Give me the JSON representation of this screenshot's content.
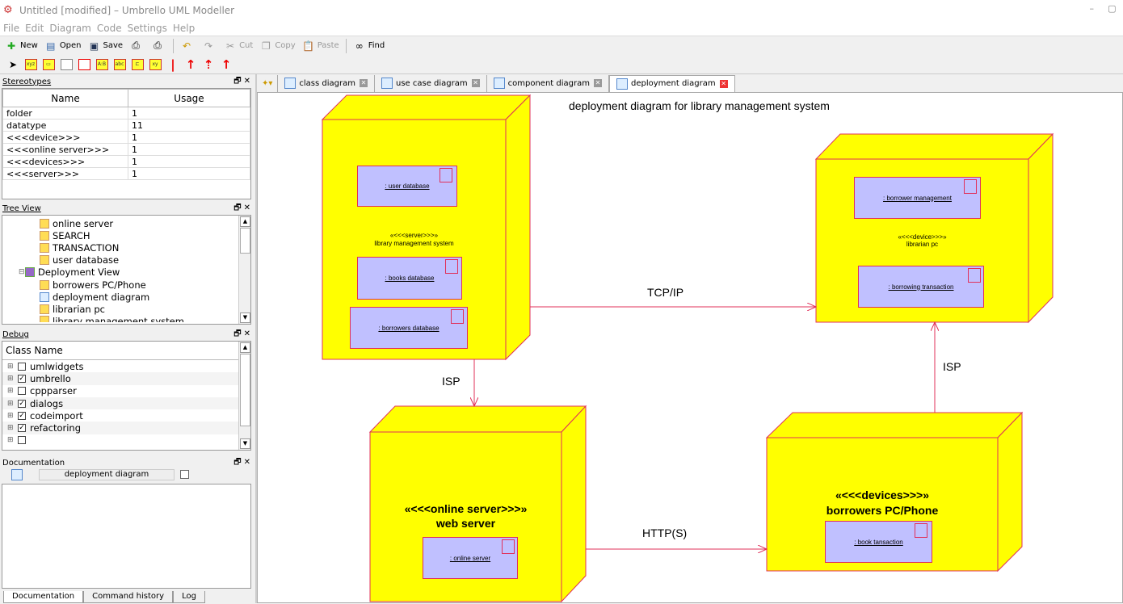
{
  "window": {
    "title": "Untitled [modified] – Umbrello UML Modeller"
  },
  "menu": [
    "File",
    "Edit",
    "Diagram",
    "Code",
    "Settings",
    "Help"
  ],
  "toolbar": {
    "new": "New",
    "open": "Open",
    "save": "Save",
    "cut": "Cut",
    "copy": "Copy",
    "paste": "Paste",
    "find": "Find"
  },
  "stereotypes": {
    "title": "Stereotypes",
    "col_name": "Name",
    "col_usage": "Usage",
    "rows": [
      {
        "name": "folder",
        "usage": "1"
      },
      {
        "name": "datatype",
        "usage": "11"
      },
      {
        "name": "<<<device>>>",
        "usage": "1"
      },
      {
        "name": "<<<online server>>>",
        "usage": "1"
      },
      {
        "name": "<<<devices>>>",
        "usage": "1"
      },
      {
        "name": "<<<server>>>",
        "usage": "1"
      }
    ]
  },
  "tree": {
    "title": "Tree View",
    "items": [
      "online server",
      "SEARCH",
      "TRANSACTION",
      "user database",
      "Deployment View",
      "borrowers PC/Phone",
      "deployment diagram",
      "librarian pc",
      "library management system"
    ]
  },
  "debug": {
    "title": "Debug",
    "col": "Class Name",
    "items": [
      {
        "name": "umlwidgets",
        "checked": "☐"
      },
      {
        "name": "umbrello",
        "checked": "☑"
      },
      {
        "name": "cppparser",
        "checked": "☐"
      },
      {
        "name": "dialogs",
        "checked": "☑"
      },
      {
        "name": "codeimport",
        "checked": "☑"
      },
      {
        "name": "refactoring",
        "checked": "☑"
      }
    ]
  },
  "documentation": {
    "title": "Documentation",
    "field": "deployment diagram"
  },
  "bottom_tabs": [
    "Documentation",
    "Command history",
    "Log"
  ],
  "diagram_tabs": [
    "class diagram",
    "use case diagram",
    "component diagram",
    "deployment diagram"
  ],
  "diagram": {
    "title": "deployment diagram for library management system",
    "nodes": {
      "server": {
        "stereo": "«<<<server>>>»",
        "name": "library management system",
        "components": [
          ": user database",
          ": books database",
          ": borrowers database"
        ]
      },
      "device": {
        "stereo": "«<<<device>>>»",
        "name": "librarian pc",
        "components": [
          ": borrower management",
          ": borrowing transaction"
        ]
      },
      "online": {
        "stereo": "«<<<online server>>>»",
        "name": "web server",
        "components": [
          ": online server"
        ]
      },
      "devices": {
        "stereo": "«<<<devices>>>»",
        "name": "borrowers PC/Phone",
        "components": [
          ": book tansaction"
        ]
      }
    },
    "edges": {
      "tcp": "TCP/IP",
      "isp_left": "ISP",
      "isp_right": "ISP",
      "http": "HTTP(S)"
    }
  },
  "colors": {
    "node_fill": "#ffff00",
    "node_stroke": "#e0305a",
    "component_fill": "#c0c0ff"
  }
}
